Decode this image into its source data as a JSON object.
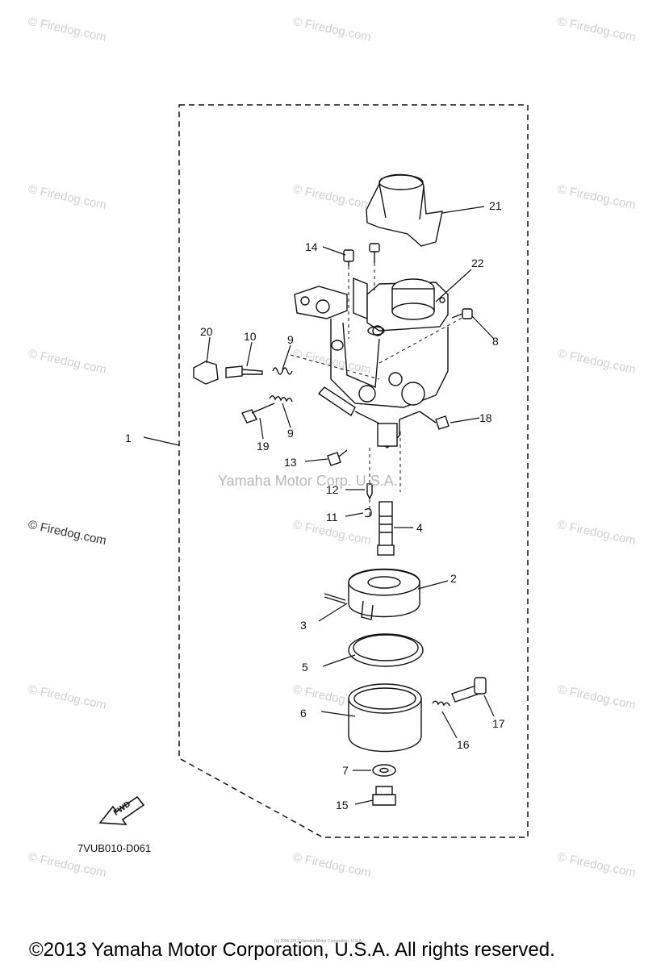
{
  "watermark": {
    "text": "© Firedog.com"
  },
  "corp_watermark": "Yamaha Motor Corp. U.S.A.",
  "diagram_code": "7VUB010-D061",
  "fwd_label": "FWD",
  "copyright_tiny": "(c) 2006 2013 Yamaha Motor Corporation, U.S.A.",
  "footer": "©2013 Yamaha Motor Corporation, U.S.A. All rights reserved.",
  "callouts": {
    "c1": "1",
    "c2": "2",
    "c3": "3",
    "c4": "4",
    "c5": "5",
    "c6": "6",
    "c7": "7",
    "c8": "8",
    "c9a": "9",
    "c9b": "9",
    "c10": "10",
    "c11": "11",
    "c12": "12",
    "c13": "13",
    "c14": "14",
    "c15": "15",
    "c16": "16",
    "c17": "17",
    "c18": "18",
    "c19": "19",
    "c20": "20",
    "c21": "21",
    "c22": "22"
  },
  "colors": {
    "line": "#111111",
    "watermark": "#d0d0d0"
  }
}
